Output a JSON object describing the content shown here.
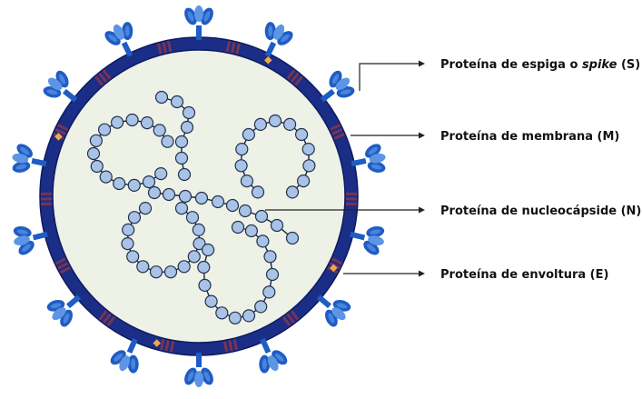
{
  "colors": {
    "envelope": "#1a2e88",
    "envelope_edge": "#0e1a5e",
    "interior": "#edf1e6",
    "rna_line": "#1b2540",
    "nucleocapsid_fill": "#a9c3e6",
    "nucleocapsid_stroke": "#22304f",
    "spike_dark": "#1f5cc4",
    "spike_light": "#5d95e4",
    "membrane_protein": "#7a3350",
    "envelope_protein": "#f0a848",
    "pointer": "#222222"
  },
  "icons": {
    "spike": "spike-protein-icon",
    "membrane": "membrane-protein-icon",
    "envelope_dot": "envelope-protein-icon",
    "nucleocapsid": "nucleocapsid-bead-icon"
  },
  "labels": {
    "spike": {
      "main": "Proteína de espiga o ",
      "emph": "spike",
      "suffix": " (S)"
    },
    "membrane": "Proteína de membrana (M)",
    "nucleocapsid": "Proteína de nucleocápside (N)",
    "envelope": "Proteína de envoltura (E)"
  }
}
